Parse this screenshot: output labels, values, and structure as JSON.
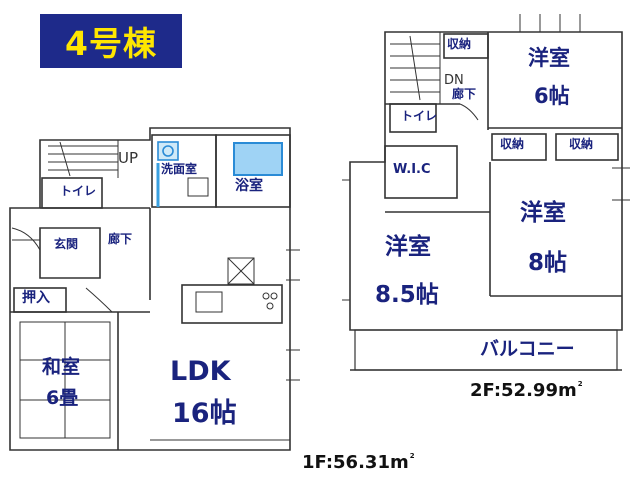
{
  "building_label": "4号棟",
  "floor1": {
    "area_prefix": "1F:56.31m",
    "area_sup": "2",
    "rooms": {
      "stairs_up": "UP",
      "toilet": "トイレ",
      "washroom": "洗面室",
      "bathroom": "浴室",
      "entrance": "玄関",
      "hallway": "廊下",
      "closet": "押入",
      "japanese_room_name": "和室",
      "japanese_room_size": "6畳",
      "ldk_name": "LDK",
      "ldk_size": "16帖"
    }
  },
  "floor2": {
    "area_prefix": "2F:52.99m",
    "area_sup": "2",
    "rooms": {
      "storage_top": "収納",
      "stairs_down": "DN",
      "hallway": "廊下",
      "toilet": "トイレ",
      "room6_name": "洋室",
      "room6_size": "6帖",
      "storage_mid_left": "収納",
      "storage_mid_right": "収納",
      "wic": "W.I.C",
      "room85_name": "洋室",
      "room85_size": "8.5帖",
      "room8_name": "洋室",
      "room8_size": "8帖",
      "balcony": "バルコニー"
    }
  }
}
